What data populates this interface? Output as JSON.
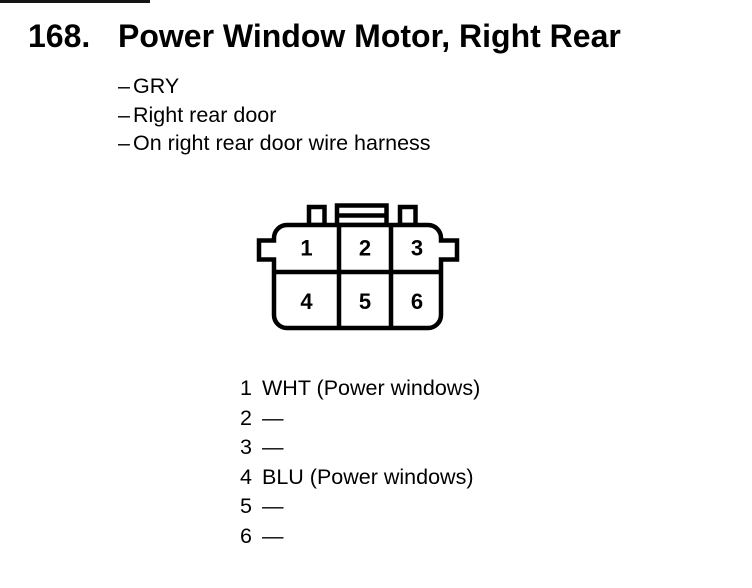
{
  "page": {
    "background": "#ffffff",
    "ink": "#000000"
  },
  "header": {
    "number": "168.",
    "title": "Power Window Motor, Right Rear"
  },
  "notes": {
    "bullet": "–",
    "items": [
      "GRY",
      "Right rear door",
      "On right rear door wire harness"
    ]
  },
  "connector": {
    "description": "6-pin connector, front view, 2 rows x 3 columns",
    "cavity_numbers": [
      "1",
      "2",
      "3",
      "4",
      "5",
      "6"
    ]
  },
  "pins": [
    {
      "num": "1",
      "label": "WHT (Power windows)"
    },
    {
      "num": "2",
      "label": "—"
    },
    {
      "num": "3",
      "label": "—"
    },
    {
      "num": "4",
      "label": "BLU (Power windows)"
    },
    {
      "num": "5",
      "label": "—"
    },
    {
      "num": "6",
      "label": "—"
    }
  ]
}
